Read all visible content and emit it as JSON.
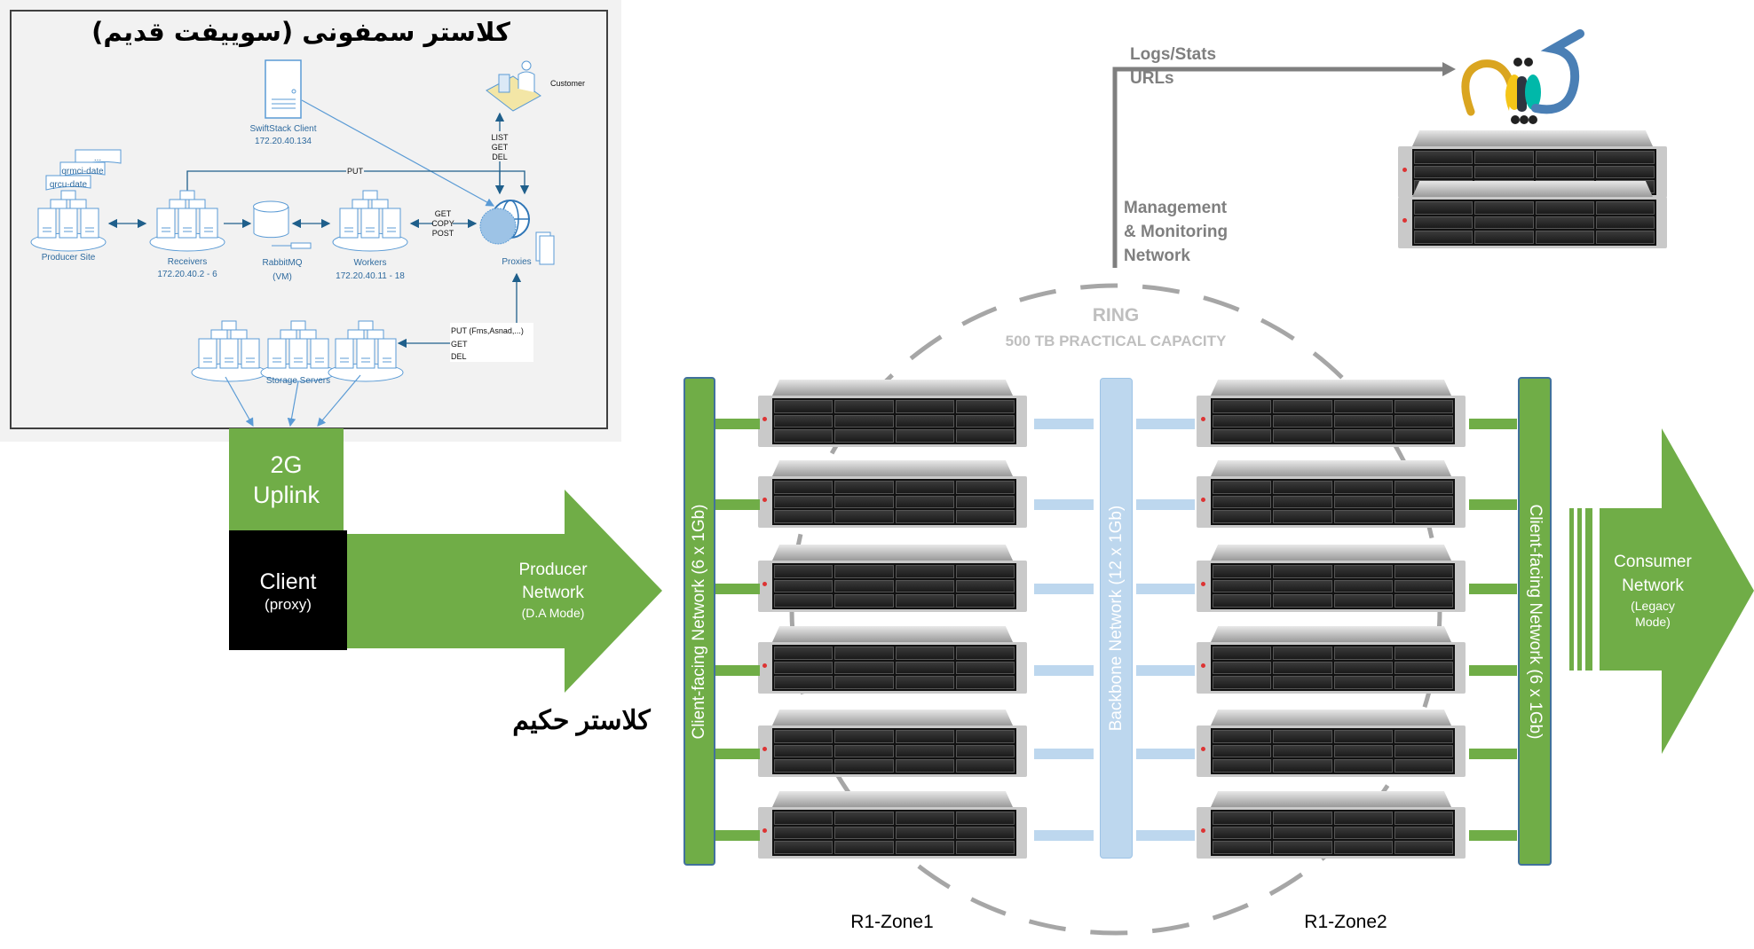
{
  "legacy_diagram": {
    "title": "کلاستر سمفونی (سوییفت قدیم)",
    "swiftstack_client": {
      "label": "SwiftStack Client",
      "ip": "172.20.40.134"
    },
    "customer": "Customer",
    "customer_ops": [
      "LIST",
      "GET",
      "DEL"
    ],
    "put_label": "PUT",
    "doc_labels": [
      "...",
      "qrmci-date",
      "qrcu-date"
    ],
    "producer_site": "Producer Site",
    "receivers": {
      "label": "Receivers",
      "ip": "172.20.40.2 - 6"
    },
    "rabbitmq": {
      "label": "RabbitMQ",
      "sub": "(VM)"
    },
    "workers": {
      "label": "Workers",
      "ip": "172.20.40.11 - 18"
    },
    "worker_proxy_ops": [
      "GET",
      "COPY",
      "POST"
    ],
    "proxies": "Proxies",
    "storage_servers": "Storage Servers",
    "storage_ops": [
      "PUT (Fms,Asnad,...)",
      "GET",
      "DEL"
    ]
  },
  "uplink": {
    "line1": "2G",
    "line2": "Uplink"
  },
  "client": {
    "label": "Client",
    "sub": "(proxy)"
  },
  "producer_network": {
    "line1": "Producer",
    "line2": "Network",
    "sub": "(D.A Mode)"
  },
  "new_cluster_title": "کلاستر حکیم",
  "management": {
    "arrow_labels": [
      "Logs/Stats",
      "URLs"
    ],
    "network_label": [
      "Management",
      "& Monitoring",
      "Network"
    ]
  },
  "ring": {
    "title": "RING",
    "capacity": "500 TB PRACTICAL CAPACITY"
  },
  "networks": {
    "client_left": "Client-facing Network (6 x 1Gb)",
    "backbone": "Backbone Network (12 x 1Gb)",
    "client_right": "Client-facing Network (6 x 1Gb)"
  },
  "consumer_network": {
    "line1": "Consumer",
    "line2": "Network",
    "sub1": "(Legacy",
    "sub2": "Mode)"
  },
  "zones": [
    "R1-Zone1",
    "R1-Zone2"
  ],
  "colors": {
    "green": "#70ad47",
    "backbone_blue": "#bdd7ee",
    "diagram_blue": "#2e75b6",
    "mgmt_gray": "#7f7f7f",
    "ring_gray": "#a6a6a6"
  }
}
